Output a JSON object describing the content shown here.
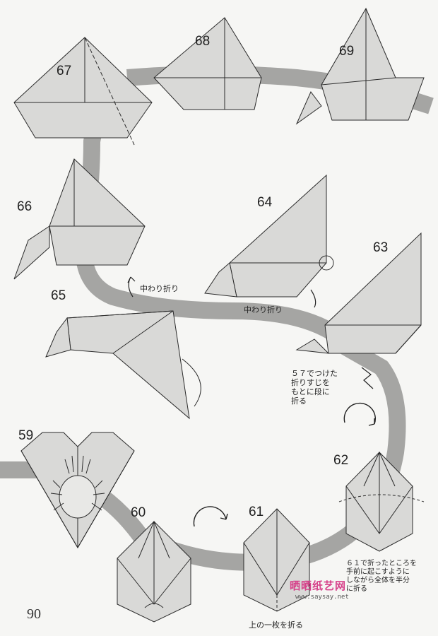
{
  "page_number": "90",
  "steps": {
    "s59": "59",
    "s60": "60",
    "s61": "61",
    "s62": "62",
    "s63": "63",
    "s64": "64",
    "s65": "65",
    "s66": "66",
    "s67": "67",
    "s68": "68",
    "s69": "69"
  },
  "notes": {
    "inside_reverse_fold_1": "中わり折り",
    "inside_reverse_fold_2": "中わり折り",
    "step63_note": "５７でつけた\n折りすじを\nもとに段に\n折る",
    "step61_note": "上の一枚を折る",
    "step62_note": "６１で折ったところを\n手前に起こすように\nしながら全体を半分\nに折る"
  },
  "watermark": {
    "text": "晒晒纸艺网",
    "url": "www.saysay.net"
  },
  "colors": {
    "paper_fill": "#d9d9d7",
    "paper_shade": "#bdbdbb",
    "path_band": "#9c9c9a",
    "line": "#2b2b2b",
    "background": "#f6f6f4",
    "watermark": "#d6418a"
  },
  "icons": [
    "rotate-arrow-icon",
    "fold-arrow-icon",
    "pleat-zigzag-icon",
    "crease-line-icon"
  ]
}
